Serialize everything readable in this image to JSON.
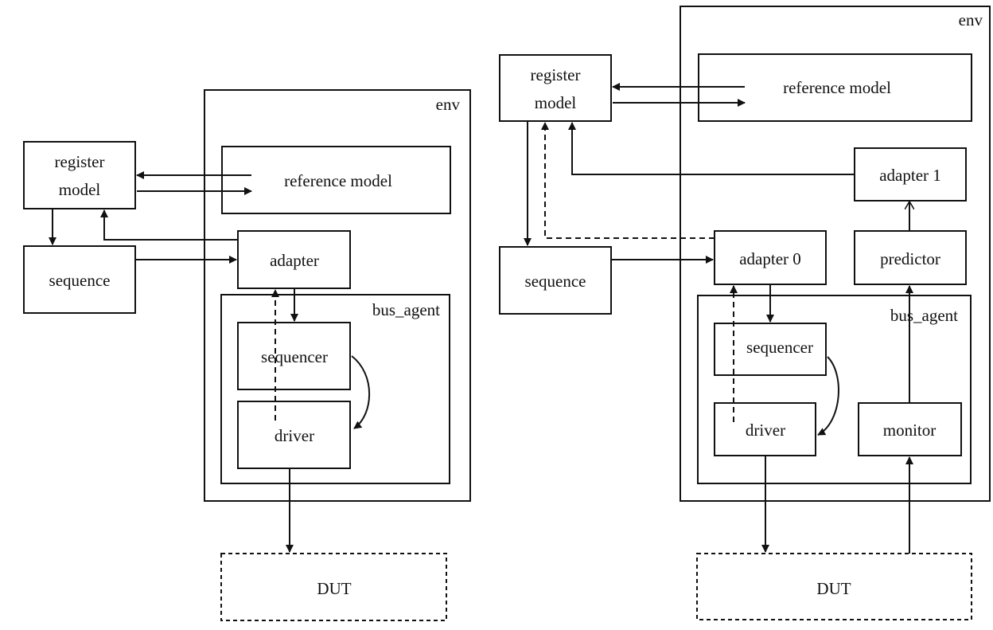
{
  "left": {
    "env": "env",
    "register_model": [
      "register",
      "model"
    ],
    "reference_model": "reference model",
    "sequence": "sequence",
    "adapter": "adapter",
    "bus_agent": "bus_agent",
    "sequencer": "sequencer",
    "driver": "driver",
    "dut": "DUT"
  },
  "right": {
    "env": "env",
    "register_model": [
      "register",
      "model"
    ],
    "reference_model": "reference model",
    "adapter_1": "adapter 1",
    "sequence": "sequence",
    "adapter_0": "adapter 0",
    "predictor": "predictor",
    "bus_agent": "bus_agent",
    "sequencer": "sequencer",
    "driver": "driver",
    "monitor": "monitor",
    "dut": "DUT"
  }
}
